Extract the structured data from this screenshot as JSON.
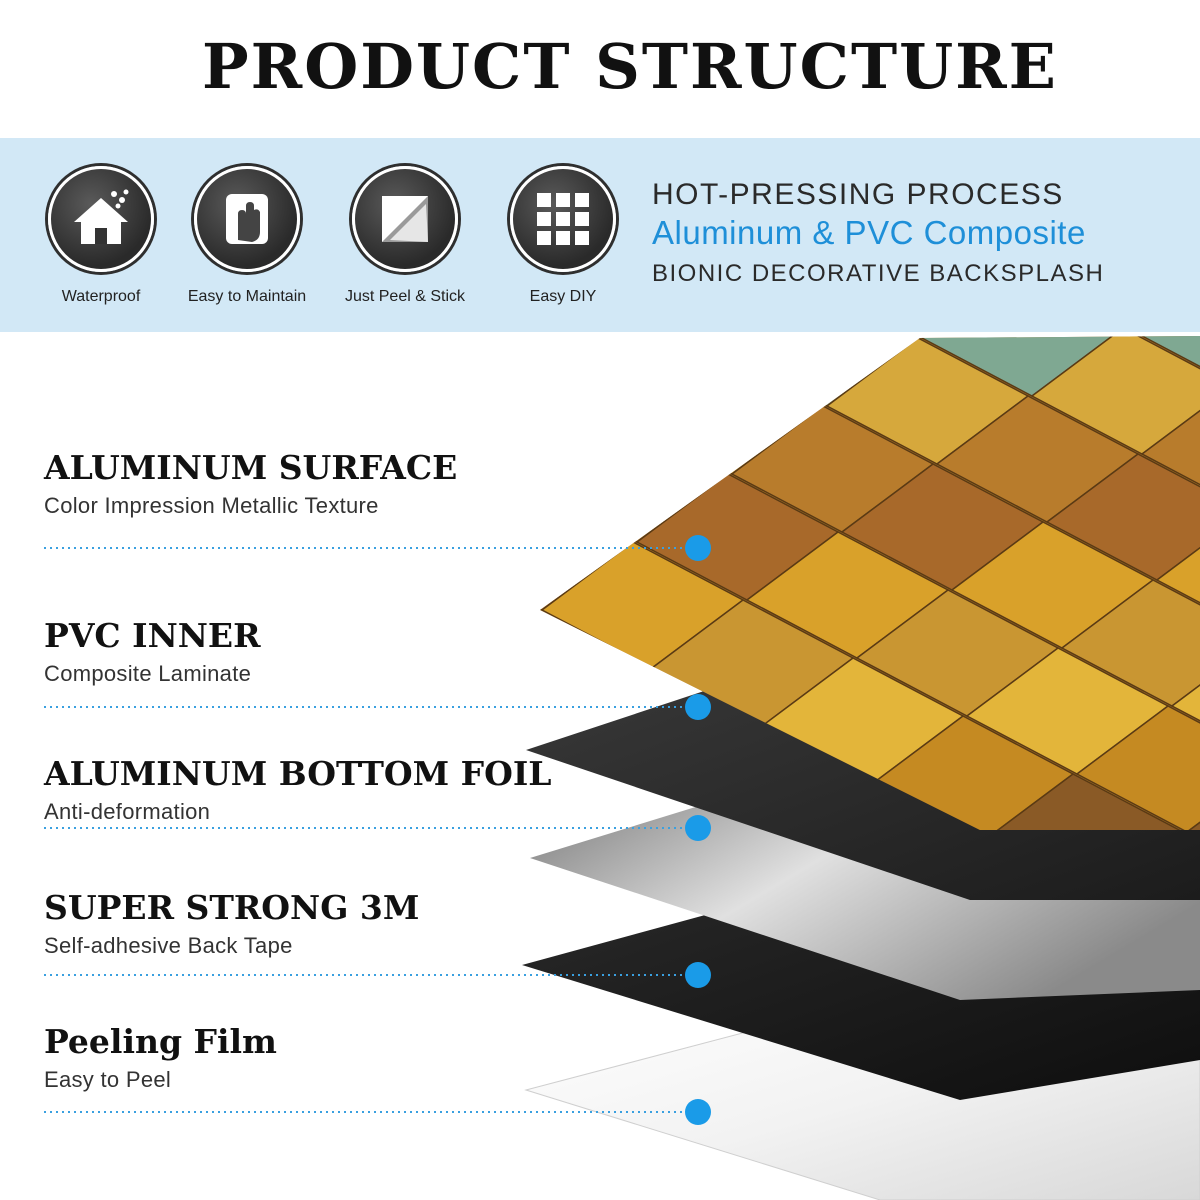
{
  "title": "PRODUCT STRUCTURE",
  "features": [
    {
      "label": "Waterproof",
      "icon": "house-rain-icon"
    },
    {
      "label": "Easy to Maintain",
      "icon": "hand-wipe-icon"
    },
    {
      "label": "Just Peel & Stick",
      "icon": "peel-sheet-icon"
    },
    {
      "label": "Easy DIY",
      "icon": "tile-grid-icon"
    }
  ],
  "process": {
    "line1": "HOT-PRESSING PROCESS",
    "line2": "Aluminum & PVC Composite",
    "line3": "BIONIC DECORATIVE BACKSPLASH"
  },
  "layers": [
    {
      "title": "ALUMINUM SURFACE",
      "subtitle": "Color Impression Metallic Texture"
    },
    {
      "title": "PVC INNER",
      "subtitle": "Composite Laminate"
    },
    {
      "title": "ALUMINUM BOTTOM FOIL",
      "subtitle": "Anti-deformation"
    },
    {
      "title": "SUPER STRONG 3M",
      "subtitle": "Self-adhesive Back Tape"
    },
    {
      "title": "Peeling Film",
      "subtitle": "Easy to Peel"
    }
  ],
  "colors": {
    "accent": "#1e8fd8",
    "band": "#d2e8f6",
    "marker": "#1a9be8"
  }
}
